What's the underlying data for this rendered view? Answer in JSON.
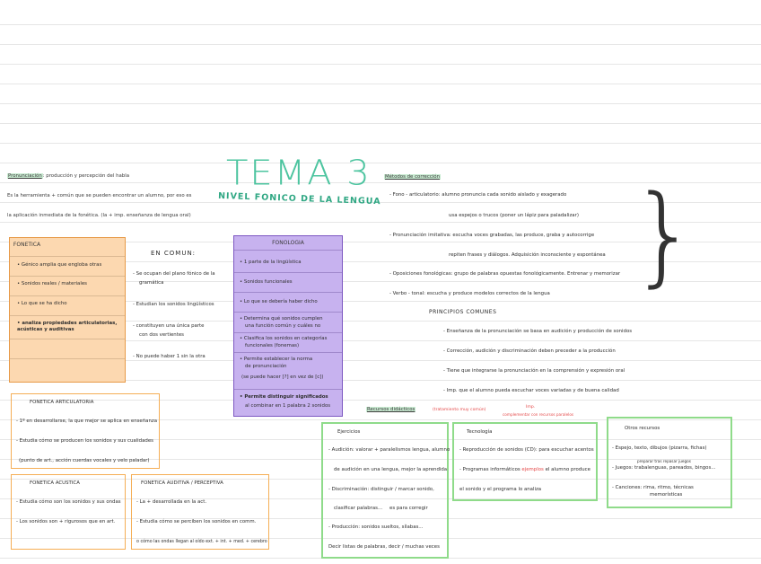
{
  "title": "TEMA 3",
  "subtitle": "NIVEL FONICO DE LA LENGUA",
  "intro": {
    "line1_term": "Pronunciación",
    "line1_rest": ": producción y percepción del habla",
    "line2": "Es la herramienta + común que se pueden encontrar un alumno, por eso es",
    "line3": "la aplicación inmediata de la fonética. (la + imp. enseñanza de lengua oral)"
  },
  "fonetica": {
    "heading": "FONETICA",
    "items": [
      "• Génico amplia que engloba otras",
      "• Sonidos reales / materiales",
      "• Lo que se ha dicho",
      "• analiza propiedades articulatorias, acústicas y auditivas"
    ]
  },
  "en_comun": {
    "heading": "EN COMUN:",
    "items": [
      "- Se ocupan del plano fónico de la",
      "gramática",
      "- Estudian los sonidos lingüísticos",
      "- constituyen una única parte",
      "con dos vertientes",
      "- No puede haber 1 sin la otra"
    ]
  },
  "fonologia": {
    "heading": "FONOLOGIA",
    "items": [
      "• 1 parte de la lingüística",
      "• Sonidos funcionales",
      "• Lo que se debería haber dicho",
      "• Determina qué sonidos cumplen",
      "una función común y cuáles no",
      "• Clasifica los sonidos en categorías",
      "funcionales (fonemas)",
      "• Permite establecer la norma",
      "de pronunciación",
      "(se puede hacer [?] en vez de [c])",
      "• Permite distinguir significados",
      "al combinar en 1 palabra 2 sonidos"
    ]
  },
  "fonetica_articulatoria": {
    "heading": "FONETICA ARTICULATORIA",
    "items": [
      "- 1º en desarrollarse, la que mejor se aplica en enseñanza",
      "- Estudia cómo se producen los sonidos y sus cualidades",
      "(punto de art., acción cuerdas vocales y velo paladar)"
    ]
  },
  "fonetica_acustica": {
    "heading": "FONETICA ACUSTICA",
    "items": [
      "- Estudia cómo son los sonidos y sus ondas",
      "- Los sonidos son + rigurosos que en art."
    ]
  },
  "fonetica_auditiva": {
    "heading": "FONETICA AUDITIVA / PERCEPTIVA",
    "items": [
      "- La + desarrollada en la act.",
      "- Estudia cómo se perciben los sonidos en comm.",
      "o cómo las ondas llegan al oído ext. + int. + med. + cerebro"
    ]
  },
  "metodos": {
    "heading": "Métodos de corrección",
    "items": [
      "- Fono - articulatorio: alumno pronuncia cada sonido aislado y exagerado",
      "usa espejos o trucos (poner un lápiz para paladalizar)",
      "- Pronunciación imitativa: escucha voces grabadas, las produce, graba y autocorrige",
      "repiten frases y diálogos. Adquisición inconsciente y espontánea",
      "- Oposiciones fonológicas: grupo de palabras opuestas fonológicamente. Entrenar y memorizar",
      "- Verbo - tonal: escucha y produce modelos correctos de la lengua"
    ]
  },
  "principios": {
    "heading": "PRINCIPIOS COMUNES",
    "items": [
      "- Enseñanza de la pronunciación se basa en audición y producción de sonidos",
      "- Corrección, audición y discriminación deben preceder a la producción",
      "- Tiene que integrarse la pronunciación en la comprensión y expresión oral",
      "- Imp. que el alumno pueda escuchar voces variadas y de buena calidad"
    ]
  },
  "recursos": {
    "heading": "Recursos didácticos",
    "note1": "(tratamiento muy común)",
    "note2": "Imp.",
    "note3": "complementar con recursos paralelos",
    "ejercicios": {
      "heading": "Ejercicios",
      "items": [
        "- Audición: valorar + paralelismos lengua, alumno",
        "de audición en una lengua, mejor la aprendida",
        "- Discriminación: distinguir / marcar sonido,",
        "clasificar palabras...",
        "- Producción: sonidos sueltos, sílabas...",
        "Decir listas de palabras, decir / muchas veces"
      ],
      "red_note": "es para corregir"
    },
    "tecnologia": {
      "heading": "Tecnología",
      "items": [
        "- Reproducción de sonidos (CD): para escuchar acentos",
        "- Programas informáticos",
        "el alumno produce",
        "el sonido y el programa lo analiza"
      ],
      "red_word": "ejemplos"
    },
    "otros": {
      "heading": "Otros recursos",
      "items": [
        "- Espejo, texto, dibujos (pizarra, fichas)",
        "- Juegos: trabalenguas, pareados, bingos...",
        "- Canciones: rima, ritmo, técnicas",
        "memorísticas"
      ],
      "red_note": "preparar tras repasar juegos"
    }
  }
}
